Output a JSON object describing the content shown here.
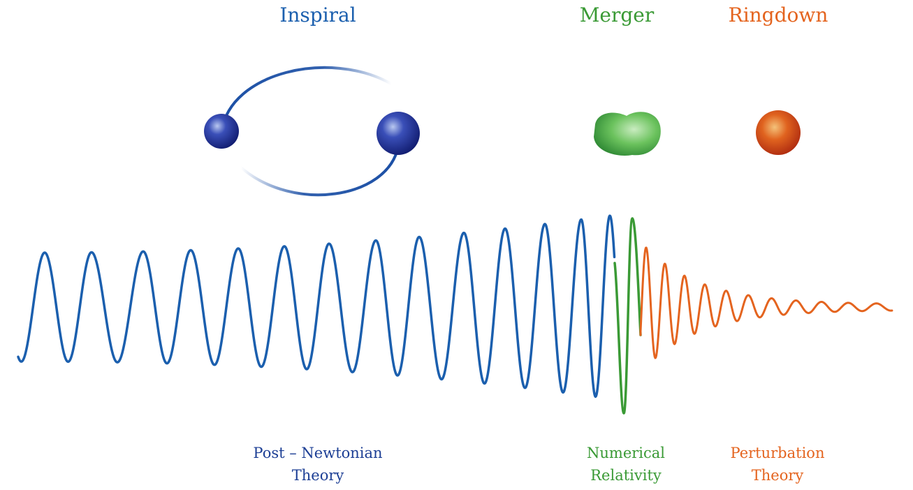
{
  "colors": {
    "inspiral": "#1b5fae",
    "inspiral_label": "#1d3f95",
    "merger": "#3a9a35",
    "ringdown": "#e4641f"
  },
  "phases": [
    {
      "id": "inspiral",
      "title": "Inspiral",
      "method_lines": [
        "Post – Newtonian",
        "Theory"
      ]
    },
    {
      "id": "merger",
      "title": "Merger",
      "method_lines": [
        "Numerical",
        "Relativity"
      ]
    },
    {
      "id": "ringdown",
      "title": "Ringdown",
      "method_lines": [
        "Perturbation",
        "Theory"
      ]
    }
  ],
  "illustrations": {
    "inspiral": "binary-black-holes-orbit",
    "merger": "merged-black-hole-peanut",
    "ringdown": "final-black-hole-sphere"
  }
}
